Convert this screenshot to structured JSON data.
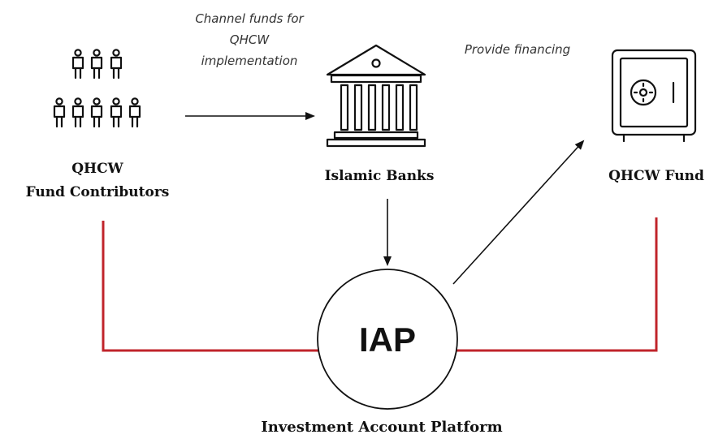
{
  "nodes": {
    "contributors": {
      "label_line1": "QHCW",
      "label_line2": "Fund Contributors",
      "icon": "people-group-icon"
    },
    "banks": {
      "label": "Islamic Banks",
      "icon": "bank-building-icon"
    },
    "fund": {
      "label": "QHCW Fund",
      "icon": "safe-vault-icon"
    },
    "iap": {
      "label": "IAP",
      "caption": "Investment Account Platform"
    }
  },
  "edges": {
    "contributors_to_banks": {
      "label_lines": [
        "Channel funds for",
        "QHCW",
        "implementation"
      ]
    },
    "iap_to_fund": {
      "label": "Provide financing"
    },
    "banks_to_iap": {}
  },
  "colors": {
    "connector": "#c0242b",
    "arrow": "#111111",
    "text": "#111111",
    "italic_text": "#333333"
  }
}
